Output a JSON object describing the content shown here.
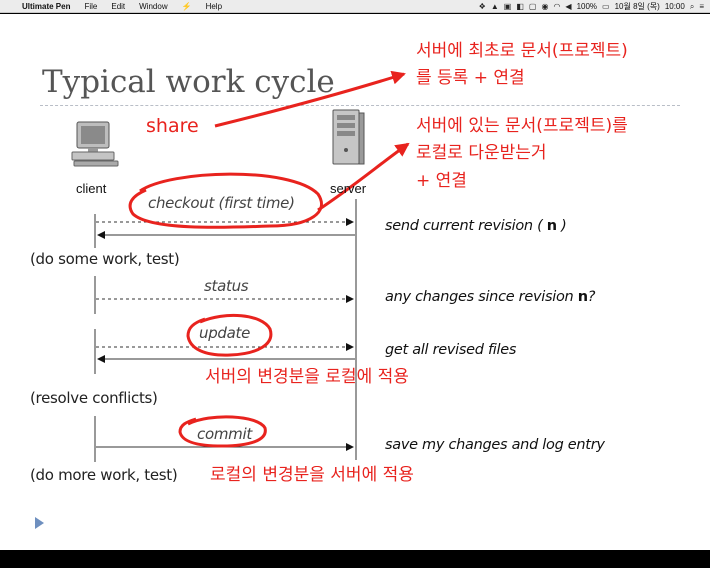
{
  "menubar": {
    "app_name": "Ultimate Pen",
    "menus": [
      "File",
      "Edit",
      "Window",
      "⚡",
      "Help"
    ],
    "battery": "100%",
    "date": "10월 8일 (목)",
    "time": "10:00"
  },
  "slide": {
    "title": "Typical work cycle",
    "client_label": "client",
    "server_label": "server",
    "messages": {
      "checkout": "checkout (first time)",
      "status": "status",
      "update": "update",
      "commit": "commit"
    },
    "actions": {
      "do_some_work": "(do some work, test)",
      "resolve_conflicts": "(resolve conflicts)",
      "do_more_work": "(do more work, test)"
    },
    "responses": {
      "send_revision_pre": "send current revision ( ",
      "send_revision_n": "n",
      "send_revision_post": " )",
      "any_changes_pre": "any changes since revision ",
      "any_changes_n": "n",
      "any_changes_post": "?",
      "get_files": "get all revised files",
      "save_changes": "save my changes and log entry"
    }
  },
  "annotations": {
    "share": "share",
    "share_note_line1": "서버에 최초로 문서(프로젝트)",
    "share_note_line2": "를 등록   + 연결",
    "checkout_note_line1": "서버에 있는 문서(프로젝트)를",
    "checkout_note_line2": "로컬로 다운받는거",
    "checkout_note_line3": "+ 연결",
    "update_note": "서버의 변경분을 로컬에 적용",
    "commit_note": "로컬의 변경분을 서버에 적용"
  },
  "colors": {
    "annotation_red": "#e8231e",
    "title_gray": "#555555",
    "nav_arrow": "#6e8fbf"
  },
  "icons": [
    "apple-icon",
    "desktop-computer-icon",
    "server-tower-icon",
    "next-slide-icon",
    "wifi-icon",
    "battery-icon",
    "search-icon"
  ]
}
